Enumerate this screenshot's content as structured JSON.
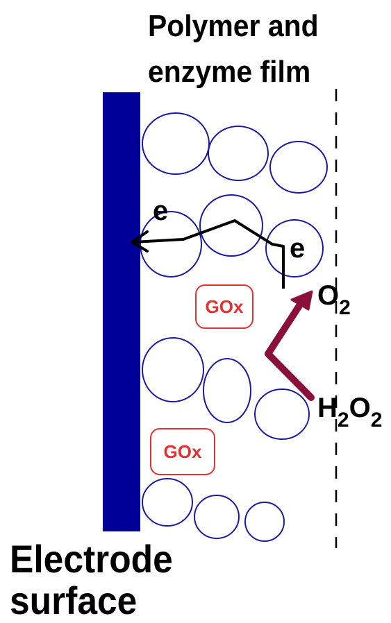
{
  "film_label_line1": "Polymer and",
  "film_label_line2": "enzyme film",
  "electrode_label_line1": "Electrode",
  "electrode_label_line2": "surface",
  "electron_label": "e",
  "enzyme_label": "GOx",
  "oxygen": {
    "symbol": "O",
    "sub": "2"
  },
  "peroxide": {
    "symbol1": "H",
    "sub1": "2",
    "symbol2": "O",
    "sub2": "2"
  },
  "colors": {
    "electrode": "#000099",
    "polymer_circles": "#1a1aa0",
    "enzyme": "#e53030",
    "reaction_arrow": "#8b0f3c",
    "electron_path": "#000000"
  }
}
